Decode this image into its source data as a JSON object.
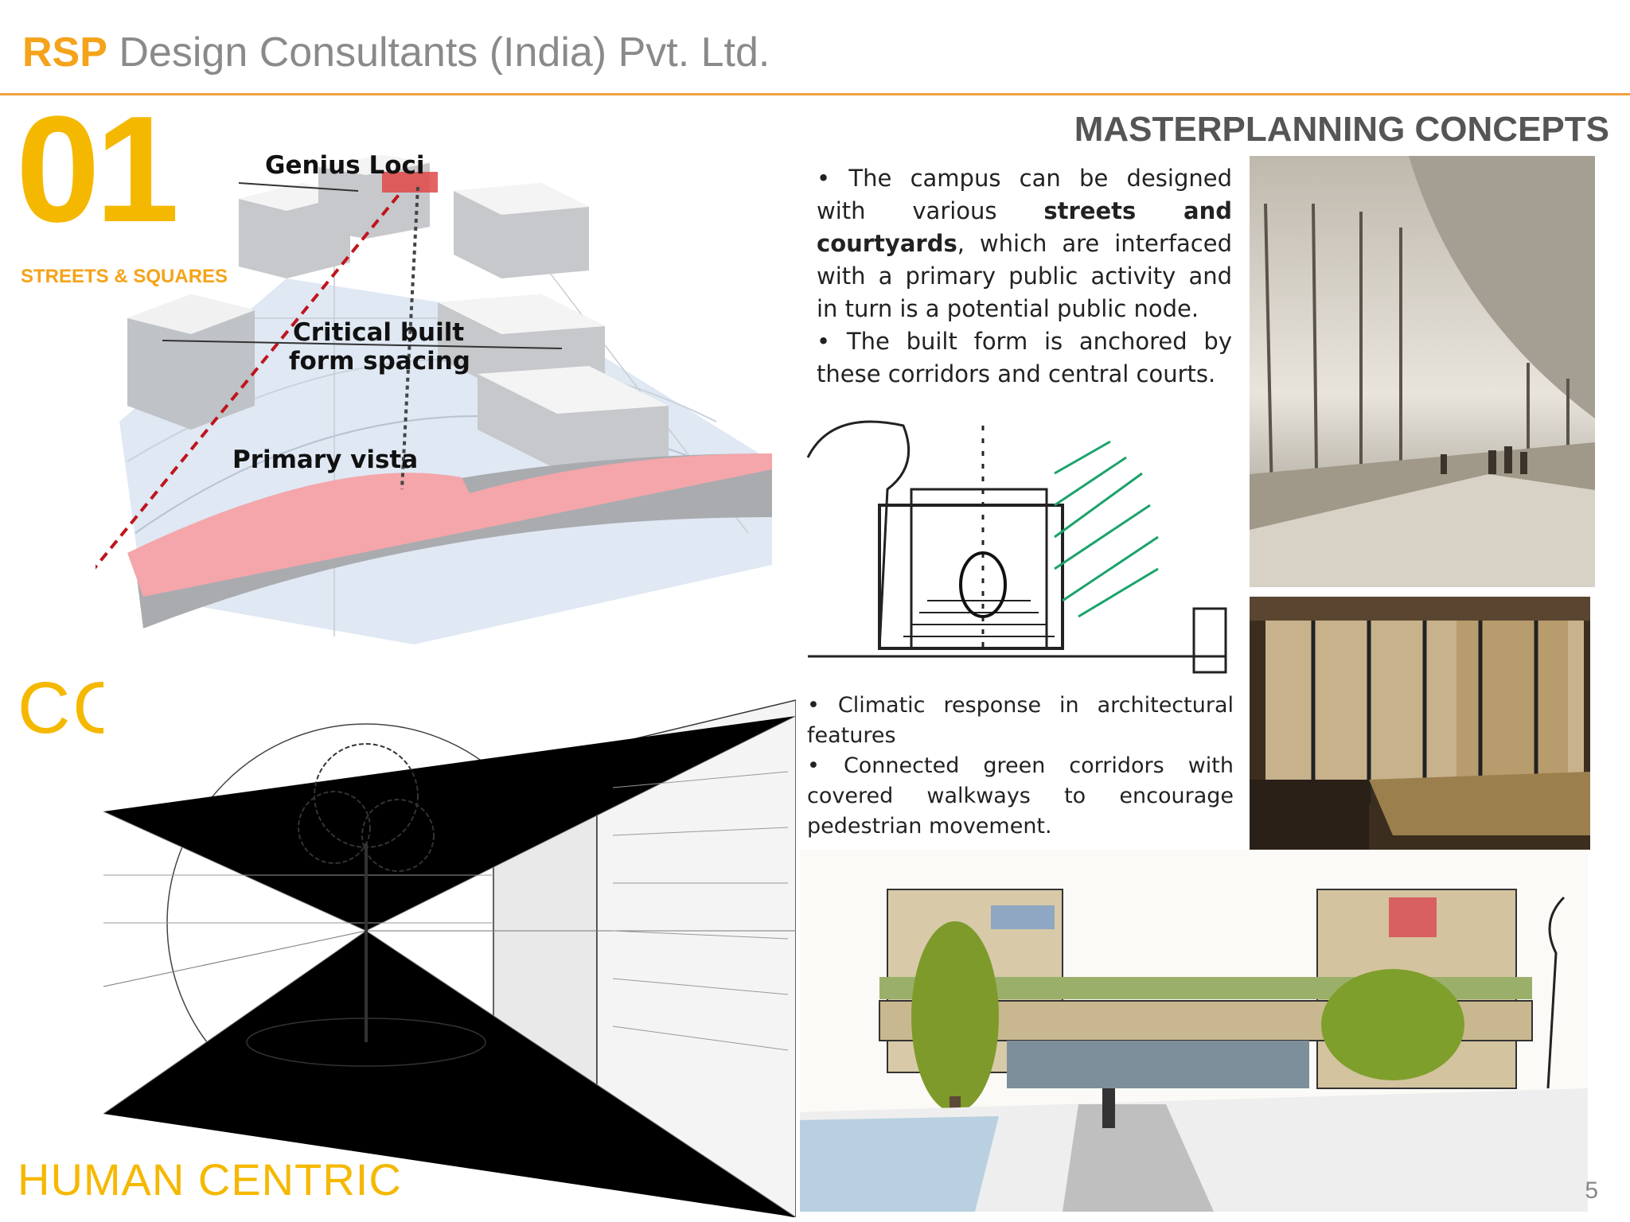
{
  "header": {
    "brand_accent": "RSP",
    "brand_rest": "Design Consultants (India) Pvt. Ltd.",
    "accent_color": "#f5a31a"
  },
  "left": {
    "slide_number": "01",
    "subtitle": "STREETS & SQUARES",
    "commercial": "COMMERCIAL",
    "human_centric": "HUMAN CENTRIC"
  },
  "diagram": {
    "label_genius": "Genius Loci",
    "label_spacing_1": "Critical built",
    "label_spacing_2": "form spacing",
    "label_vista": "Primary vista"
  },
  "right": {
    "section_title": "MASTERPLANNING CONCEPTS",
    "block1": {
      "b1_pre": "The campus can be designed with various ",
      "b1_bold": "streets and courtyards",
      "b1_post": ", which are interfaced with a primary public activity and in turn is a potential public node.",
      "b2": "The built form is anchored by these corridors and central courts."
    },
    "block2": {
      "b1": "Climatic response in architectural features",
      "b2": "Connected green corridors with covered walkways to encourage pedestrian movement."
    },
    "bullet": "•"
  },
  "page_number": "5"
}
